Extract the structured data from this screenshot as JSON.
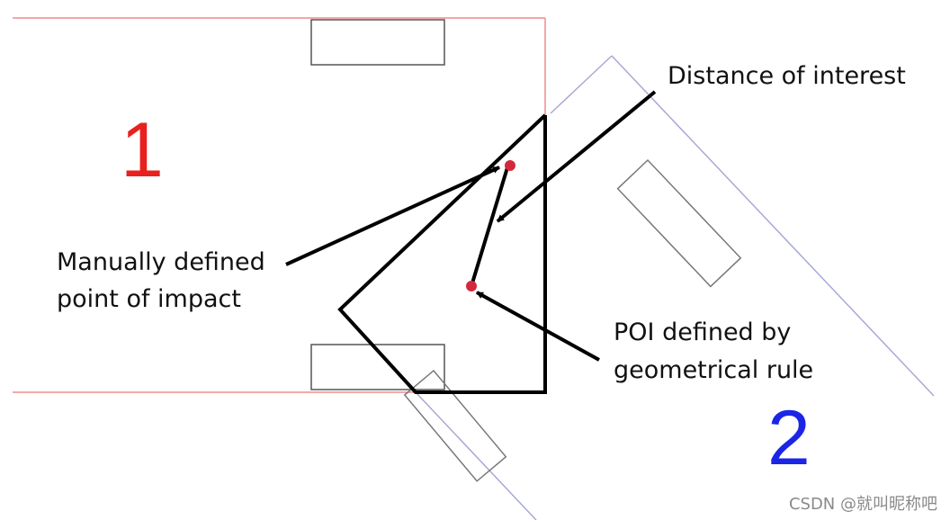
{
  "diagram": {
    "vehicle_1": {
      "number": "1"
    },
    "vehicle_2": {
      "number": "2"
    },
    "labels": {
      "distance_of_interest": "Distance of interest",
      "manual_poi_line1": "Manually defined",
      "manual_poi_line2": "point of impact",
      "geo_poi_line1": "POI defined by",
      "geo_poi_line2": "geometrical rule"
    },
    "colors": {
      "vehicle_1_outline": "#f08a8a",
      "vehicle_2_outline": "#a8a8d8",
      "vehicle_1_number": "#e8211f",
      "vehicle_2_number": "#1a25e6",
      "poi_marker": "#d22a3c",
      "lines": "#000000"
    }
  },
  "watermark": "CSDN @就叫昵称吧"
}
